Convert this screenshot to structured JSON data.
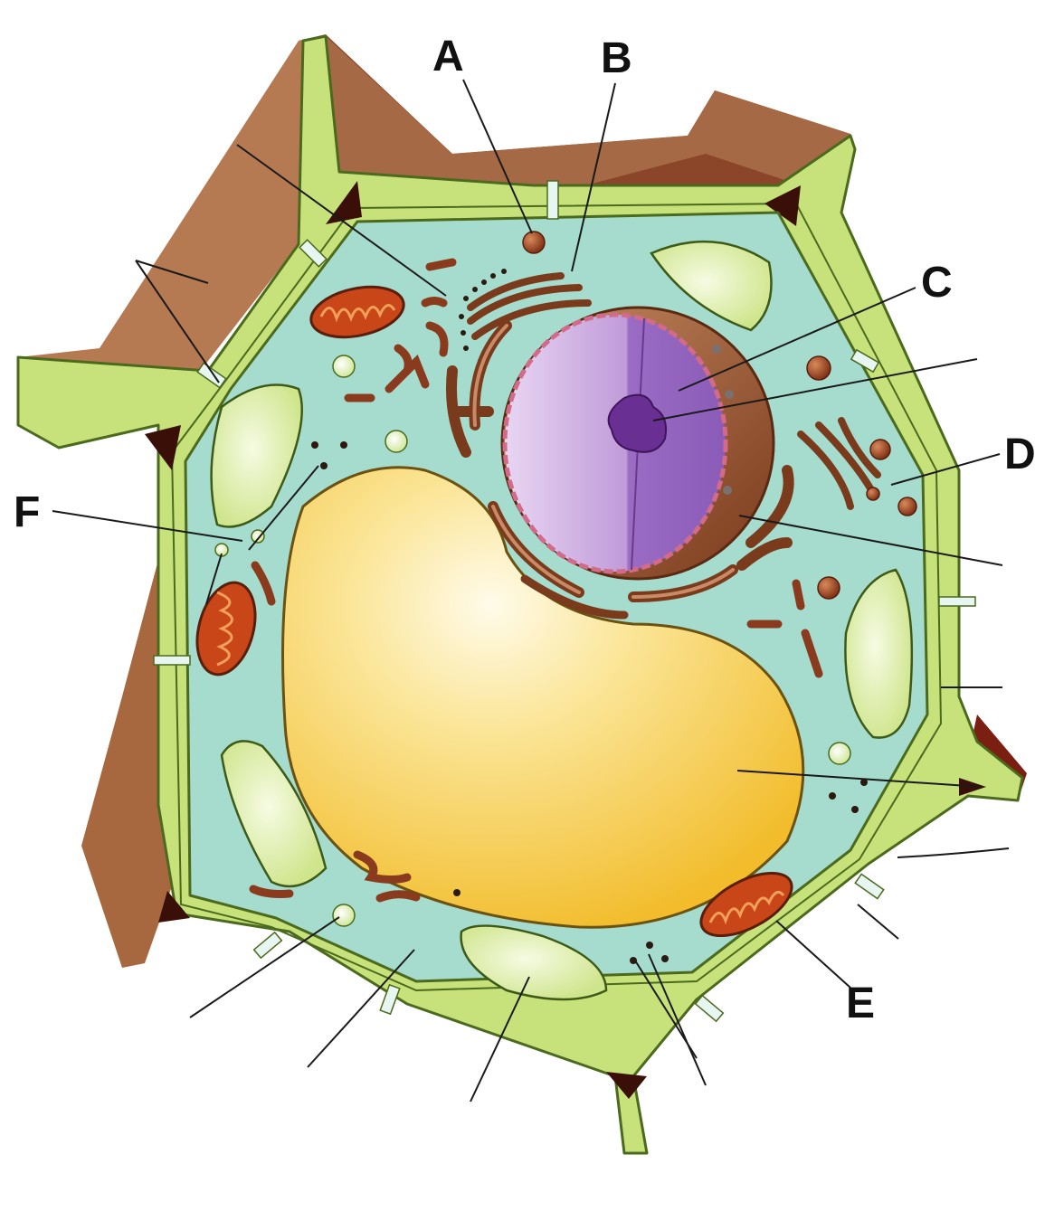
{
  "labels": {
    "a": "A",
    "b": "B",
    "c": "C",
    "d": "D",
    "e": "E",
    "f": "F"
  },
  "colors": {
    "cytoplasm": "#a6dccd",
    "cell_wall": "#c7e27a",
    "wall_outline": "#4b6a1e",
    "wall_exterior": "#a0603a",
    "vacuole": "#f6cd45",
    "chloroplast": "#d9ec9f",
    "nucleus": "#c39ad8",
    "nucleolus": "#6a2f92",
    "organelle_brown": "#8a3b1e",
    "mitochondrion": "#c84618"
  }
}
